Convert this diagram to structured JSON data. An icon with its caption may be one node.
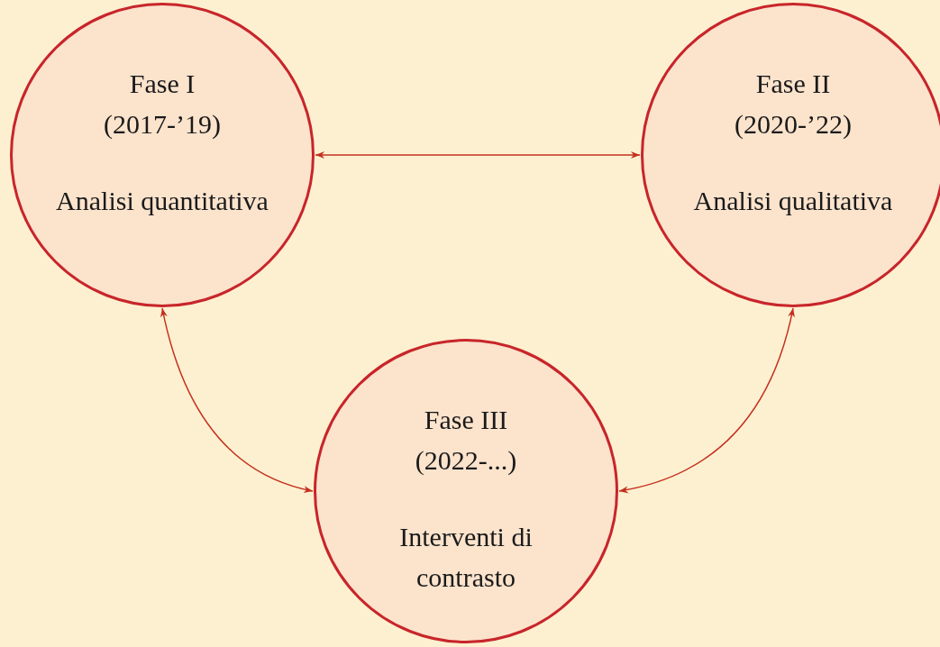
{
  "diagram": {
    "nodes": [
      {
        "text": [
          "Fase I",
          "(2017-’19)",
          "Analisi quantitativa"
        ]
      },
      {
        "text": [
          "Fase II",
          "(2020-’22)",
          "Analisi qualitativa"
        ]
      },
      {
        "text": [
          "Fase III",
          "(2022-...)",
          "Interventi di contrasto"
        ]
      }
    ],
    "edges": [
      {
        "from": 0,
        "to": 1,
        "arrow": "both"
      },
      {
        "from": 0,
        "to": 2,
        "arrow": "both"
      },
      {
        "from": 1,
        "to": 2,
        "arrow": "both"
      }
    ]
  }
}
